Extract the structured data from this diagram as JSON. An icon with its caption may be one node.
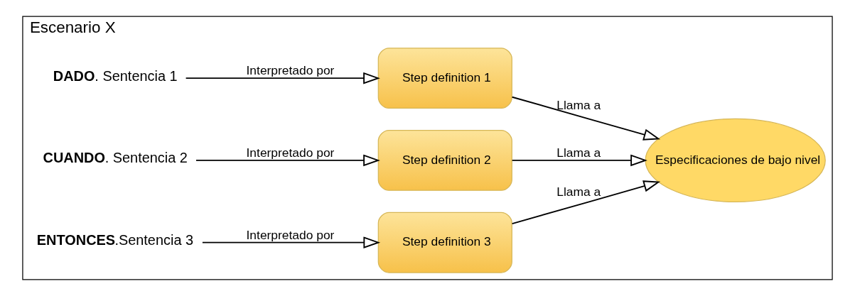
{
  "diagram": {
    "nodes": [
      {
        "text": [
          "Escenario X"
        ]
      },
      {
        "text": [
          "**DADO**. Sentencia 1"
        ],
        "in": 0
      },
      {
        "text": [
          "Step definition 1"
        ],
        "in": 0
      },
      {
        "text": [
          "**CUANDO**. Sentencia 2"
        ],
        "in": 0
      },
      {
        "text": [
          "Step definition 2"
        ],
        "in": 0
      },
      {
        "text": [
          "**ENTONCES**.Sentencia 3"
        ],
        "in": 0
      },
      {
        "text": [
          "Step definition 3"
        ],
        "in": 0
      },
      {
        "text": [
          "Especificaciones de bajo nivel"
        ],
        "in": 0
      }
    ],
    "edges": [
      {
        "from": 1,
        "to": 2,
        "arrow": "to",
        "label": "Interpretado por"
      },
      {
        "from": 3,
        "to": 4,
        "arrow": "to",
        "label": "Interpretado por"
      },
      {
        "from": 5,
        "to": 6,
        "arrow": "to",
        "label": "Interpretado por"
      },
      {
        "from": 2,
        "to": 7,
        "arrow": "to",
        "label": "Llama a"
      },
      {
        "from": 4,
        "to": 7,
        "arrow": "to",
        "label": "Llama a"
      },
      {
        "from": 6,
        "to": 7,
        "arrow": "to",
        "label": "Llama a"
      }
    ]
  }
}
